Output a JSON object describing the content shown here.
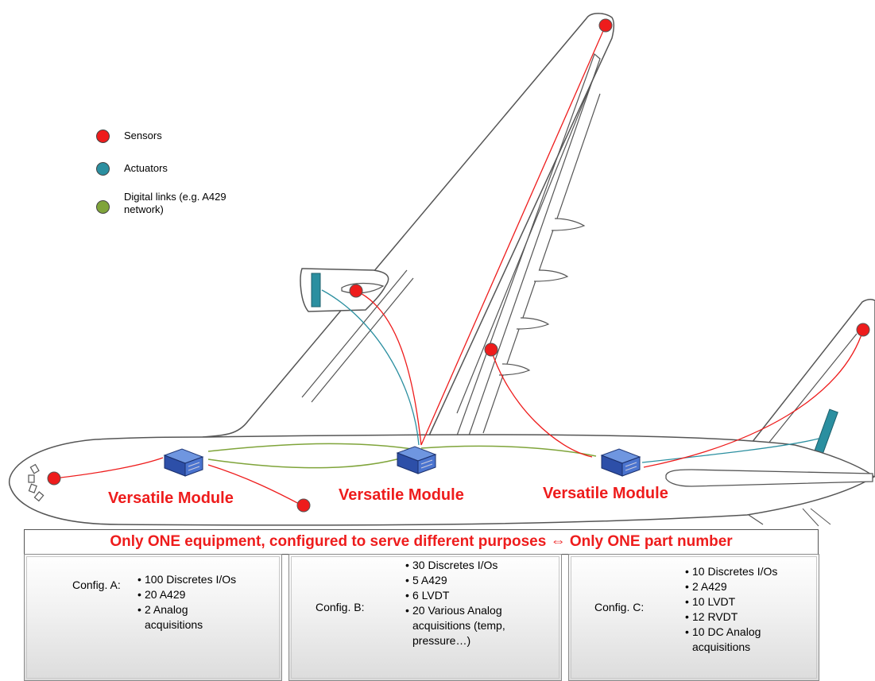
{
  "legend": [
    {
      "label": "Sensors",
      "color": "#ee1c1c"
    },
    {
      "label": "Actuators",
      "color": "#2b8fa0"
    },
    {
      "label": "Digital links (e.g. A429 network)",
      "color": "#7fa43a"
    }
  ],
  "modules": [
    {
      "label": "Versatile Module"
    },
    {
      "label": "Versatile Module"
    },
    {
      "label": "Versatile Module"
    }
  ],
  "banner": "Only ONE equipment, configured to serve different purposes ⇔ Only ONE part number",
  "configs": [
    {
      "label": "Config. A:",
      "items": [
        "100 Discretes I/Os",
        "20 A429",
        "2 Analog acquisitions"
      ]
    },
    {
      "label": "Config. B:",
      "items": [
        "30 Discretes I/Os",
        "5 A429",
        "6 LVDT",
        "20 Various Analog acquisitions (temp, pressure…)"
      ]
    },
    {
      "label": "Config. C:",
      "items": [
        "10 Discretes I/Os",
        "2 A429",
        "10 LVDT",
        "12 RVDT",
        "10 DC Analog acquisitions"
      ]
    }
  ],
  "colors": {
    "sensor": "#ee1c1c",
    "actuator": "#2b8fa0",
    "digital_link": "#7fa43a",
    "outline": "#555555"
  }
}
